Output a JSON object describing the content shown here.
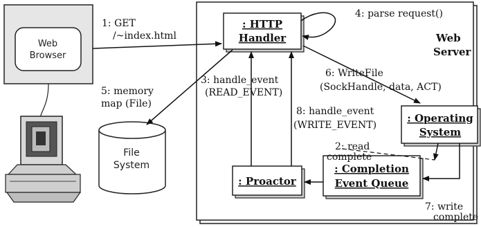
{
  "web_browser": {
    "label_line1": "Web",
    "label_line2": "Browser"
  },
  "web_server": {
    "label_line1": "Web",
    "label_line2": "Server"
  },
  "file_system": {
    "label_line1": "File",
    "label_line2": "System"
  },
  "components": {
    "http_handler": {
      "line1": ": HTTP",
      "line2": "Handler"
    },
    "operating_system": {
      "line1": ": Operating",
      "line2": "System"
    },
    "proactor": {
      "line1": ": Proactor"
    },
    "completion_event_queue": {
      "line1": ": Completion",
      "line2": "Event Queue"
    }
  },
  "steps": {
    "s1": {
      "line1": "1: GET",
      "line2": "/~index.html"
    },
    "s2": {
      "line1": "2: read",
      "line2": "complete"
    },
    "s3": {
      "line1": "3: handle_event",
      "line2": "(READ_EVENT)"
    },
    "s4": {
      "line1": "4: parse request()"
    },
    "s5": {
      "line1": "5: memory",
      "line2": "map (File)"
    },
    "s6": {
      "line1": "6: WriteFile",
      "line2": "(SockHandle, data, ACT)"
    },
    "s7": {
      "line1": "7: write",
      "line2": "complete"
    },
    "s8": {
      "line1": "8: handle_event",
      "line2": "(WRITE_EVENT)"
    }
  }
}
